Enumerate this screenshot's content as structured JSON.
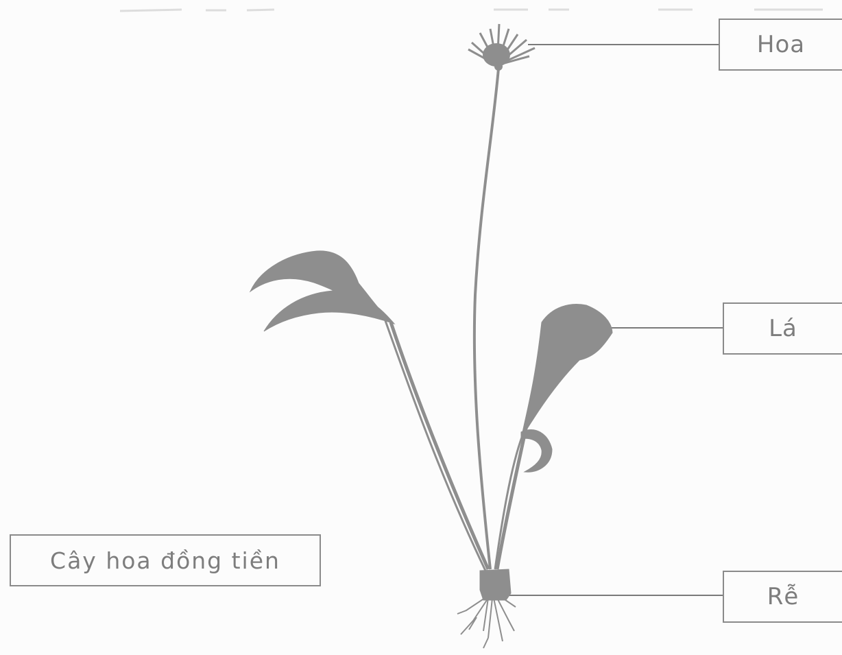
{
  "figure": {
    "title": "Cây hoa đồng tiền",
    "labels": {
      "flower": "Hoa",
      "leaf": "Lá",
      "root": "Rễ"
    }
  },
  "colors": {
    "plant": "#8e8e8e",
    "line": "#7a7a7a",
    "box_border": "#8a8a8a",
    "text": "#7d7d7d",
    "background": "#fcfcfc"
  }
}
